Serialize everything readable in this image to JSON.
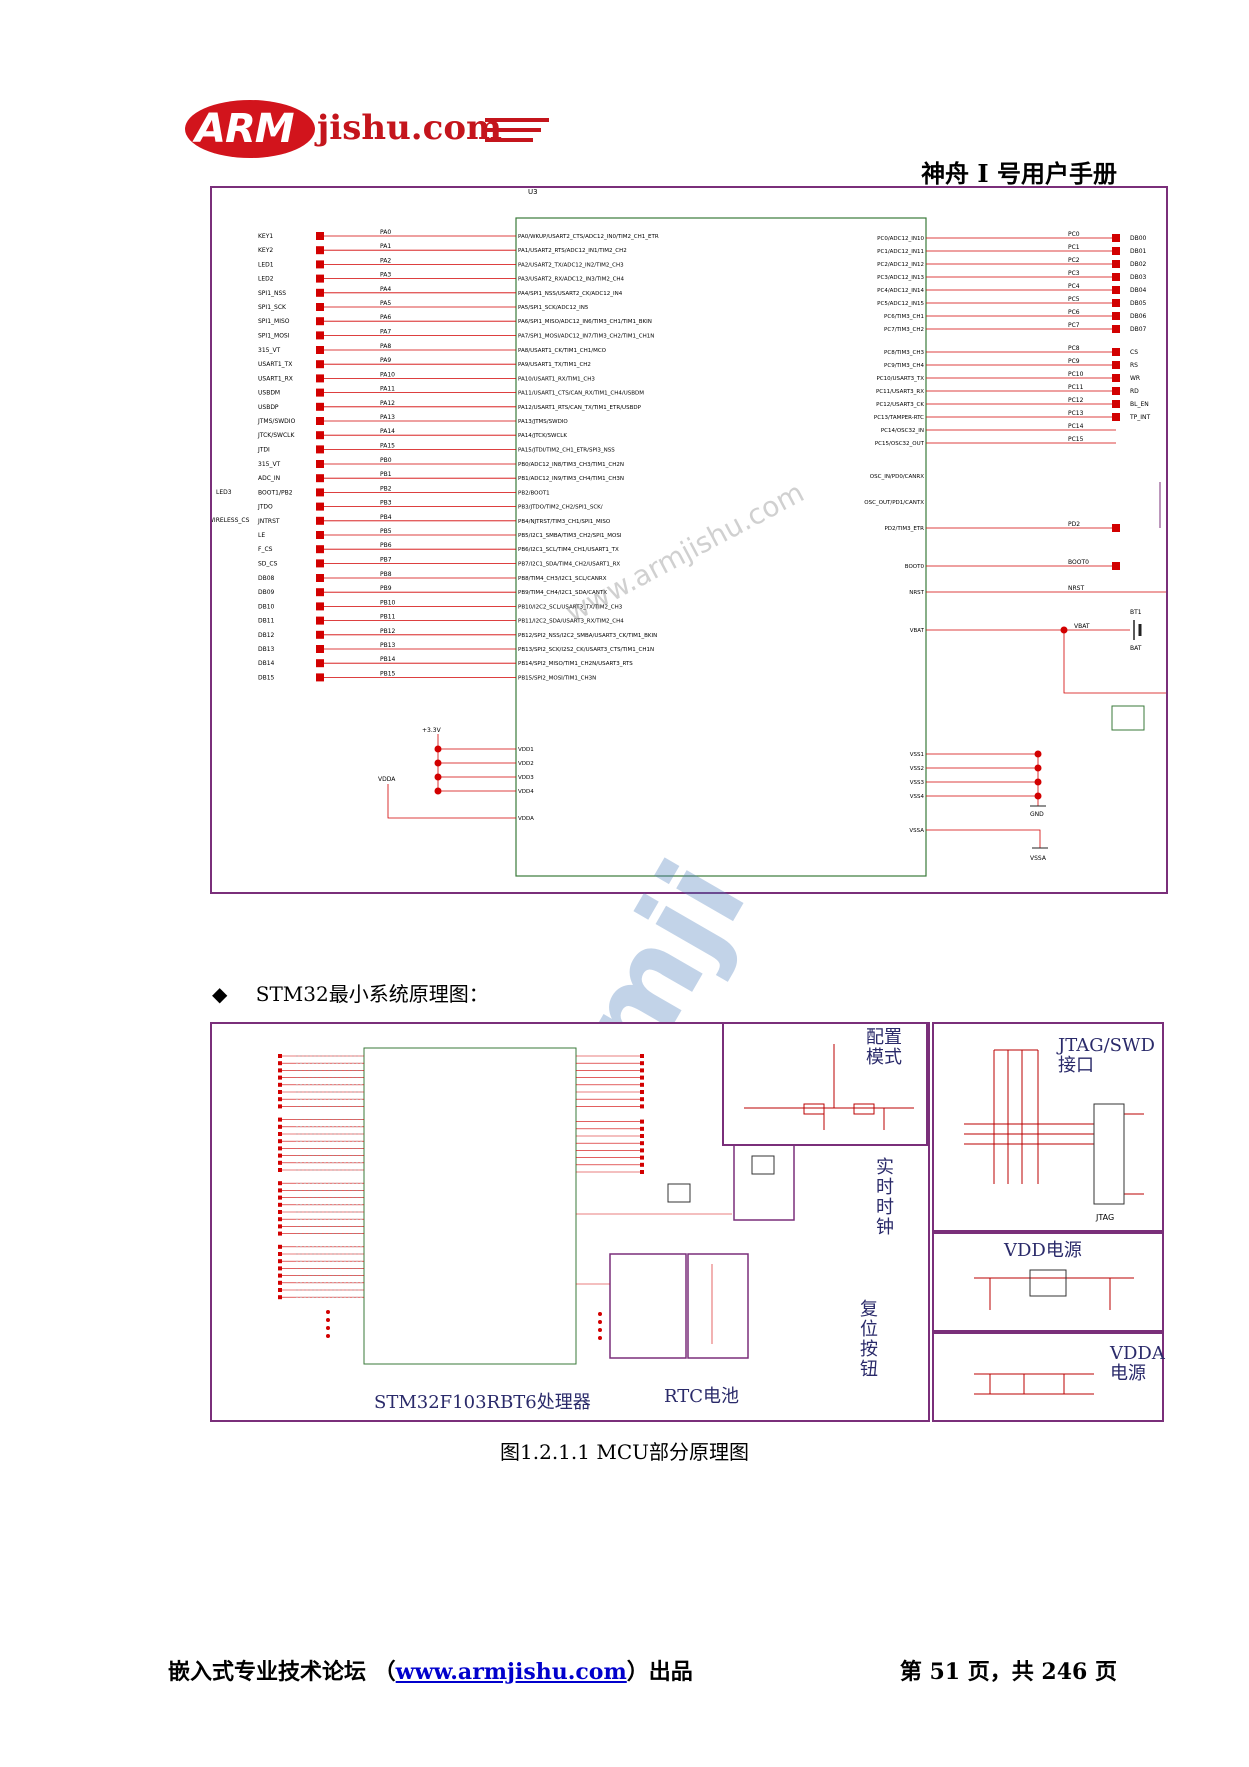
{
  "header": {
    "logo": {
      "brand": "ARM",
      "domain": "jishu.com"
    },
    "manual_title": "神舟 I 号用户手册"
  },
  "schematic_top": {
    "part_ref": "U3",
    "left_nets_a": [
      "KEY1",
      "KEY2",
      "LED1",
      "LED2",
      "SPI1_NSS",
      "SPI1_SCK",
      "SPI1_MISO",
      "SPI1_MOSI"
    ],
    "left_ports_a": [
      "PA0",
      "PA1",
      "PA2",
      "PA3",
      "PA4",
      "PA5",
      "PA6",
      "PA7"
    ],
    "left_pins_a": [
      "PA0/WKUP/USART2_CTS/ADC12_IN0/TIM2_CH1_ETR",
      "PA1/USART2_RTS/ADC12_IN1/TIM2_CH2",
      "PA2/USART2_TX/ADC12_IN2/TIM2_CH3",
      "PA3/USART2_RX/ADC12_IN3/TIM2_CH4",
      "PA4/SPI1_NSS/USART2_CK/ADC12_IN4",
      "PA5/SPI1_SCK/ADC12_IN5",
      "PA6/SPI1_MISO/ADC12_IN6/TIM3_CH1/TIM1_BKIN",
      "PA7/SPI1_MOSI/ADC12_IN7/TIM3_CH2/TIM1_CH1N"
    ],
    "left_nets_b": [
      "315_VT",
      "USART1_TX",
      "USART1_RX",
      "USBDM",
      "USBDP",
      "JTMS/SWDIO",
      "JTCK/SWCLK",
      "JTDI"
    ],
    "left_ports_b": [
      "PA8",
      "PA9",
      "PA10",
      "PA11",
      "PA12",
      "PA13",
      "PA14",
      "PA15"
    ],
    "left_pins_b": [
      "PA8/USART1_CK/TIM1_CH1/MCO",
      "PA9/USART1_TX/TIM1_CH2",
      "PA10/USART1_RX/TIM1_CH3",
      "PA11/USART1_CTS/CAN_RX/TIM1_CH4/USBDM",
      "PA12/USART1_RTS/CAN_TX/TIM1_ETR/USBDP",
      "PA13/JTMS/SWDIO",
      "PA14/JTCK/SWCLK",
      "PA15/JTDI/TIM2_CH1_ETR/SPI3_NSS"
    ],
    "left_nets_c": [
      "315_VT",
      "ADC_IN",
      "BOOT1/PB2",
      "JTDO",
      "JNTRST",
      "LE",
      "F_CS",
      "SD_CS"
    ],
    "left_ports_c": [
      "PB0",
      "PB1",
      "PB2",
      "PB3",
      "PB4",
      "PB5",
      "PB6",
      "PB7"
    ],
    "left_pins_c": [
      "PB0/ADC12_IN8/TIM3_CH3/TIM1_CH2N",
      "PB1/ADC12_IN9/TIM3_CH4/TIM1_CH3N",
      "PB2/BOOT1",
      "PB3/JTDO/TIM2_CH2/SPI1_SCK/",
      "PB4/NJTRST/TIM3_CH1/SPI1_MISO",
      "PB5/I2C1_SMBA/TIM3_CH2/SPI1_MOSI",
      "PB6/I2C1_SCL/TIM4_CH1/USART1_TX",
      "PB7/I2C1_SDA/TIM4_CH2/USART1_RX"
    ],
    "outer_nets": [
      "LED3",
      "WIRELESS_CS"
    ],
    "left_nets_d": [
      "DB08",
      "DB09",
      "DB10",
      "DB11",
      "DB12",
      "DB13",
      "DB14",
      "DB15"
    ],
    "left_ports_d": [
      "PB8",
      "PB9",
      "PB10",
      "PB11",
      "PB12",
      "PB13",
      "PB14",
      "PB15"
    ],
    "left_pins_d": [
      "PB8/TIM4_CH3/I2C1_SCL/CANRX",
      "PB9/TIM4_CH4/I2C1_SDA/CANTX",
      "PB10/I2C2_SCL/USART3_TX/TIM2_CH3",
      "PB11/I2C2_SDA/USART3_RX/TIM2_CH4",
      "PB12/SPI2_NSS/I2C2_SMBA/USART3_CK/TIM1_BKIN",
      "PB13/SPI2_SCK/I2S2_CK/USART3_CTS/TIM1_CH1N",
      "PB14/SPI2_MISO/TIM1_CH2N/USART3_RTS",
      "PB15/SPI2_MOSI/TIM1_CH3N"
    ],
    "power_pins": [
      "VDD1",
      "VDD2",
      "VDD3",
      "VDD4",
      "VDDA"
    ],
    "power_nets": [
      "+3.3V",
      "VDDA"
    ],
    "right_pins_a": [
      "PC0/ADC12_IN10",
      "PC1/ADC12_IN11",
      "PC2/ADC12_IN12",
      "PC3/ADC12_IN13",
      "PC4/ADC12_IN14",
      "PC5/ADC12_IN15",
      "PC6/TIM3_CH1",
      "PC7/TIM3_CH2"
    ],
    "right_ports_a": [
      "PC0",
      "PC1",
      "PC2",
      "PC3",
      "PC4",
      "PC5",
      "PC6",
      "PC7"
    ],
    "right_nets_a": [
      "DB00",
      "DB01",
      "DB02",
      "DB03",
      "DB04",
      "DB05",
      "DB06",
      "DB07"
    ],
    "right_pins_b": [
      "PC8/TIM3_CH3",
      "PC9/TIM3_CH4",
      "PC10/USART3_TX",
      "PC11/USART3_RX",
      "PC12/USART3_CK",
      "PC13/TAMPER-RTC",
      "PC14/OSC32_IN",
      "PC15/OSC32_OUT"
    ],
    "right_ports_b": [
      "PC8",
      "PC9",
      "PC10",
      "PC11",
      "PC12",
      "PC13",
      "PC14",
      "PC15"
    ],
    "right_nets_b": [
      "CS",
      "RS",
      "WR",
      "RD",
      "BL_EN",
      "TP_INT",
      "",
      ""
    ],
    "right_pins_c": [
      "OSC_IN/PD0/CANRX",
      "OSC_OUT/PD1/CANTX",
      "PD2/TIM3_ETR",
      "BOOT0",
      "NRST",
      "VBAT"
    ],
    "right_nets_c": [
      "PD2",
      "BOOT0",
      "NRST",
      "VBAT"
    ],
    "battery": [
      "BT1",
      "BAT"
    ],
    "ground_pins": [
      "VSS1",
      "VSS2",
      "VSS3",
      "VSS4",
      "VSSA"
    ],
    "ground_labels": [
      "GND",
      "VSSA"
    ]
  },
  "bullet": {
    "symbol": "◆",
    "text": "STM32最小系统原理图："
  },
  "schematic_bottom": {
    "blocks": {
      "mcu": "STM32F103RBT6处理器",
      "config": "配置\n模式",
      "jtag": "JTAG/SWD\n接口",
      "jtag_part": "JTAG",
      "rtc_clock": "实\n时\n时\n钟",
      "vdd": "VDD电源",
      "rtc_battery": "RTC电池",
      "reset": "复\n位\n按\n钮",
      "vdda": "VDDA\n电源"
    }
  },
  "caption": "图1.2.1.1    MCU部分原理图",
  "footer": {
    "left_prefix": "嵌入式专业技术论坛  （",
    "link": "www.armjishu.com",
    "left_suffix": "）出品",
    "page": "第 51 页，共 246 页"
  },
  "colors": {
    "frame": "#7a2f7a",
    "wire": "#d20000",
    "outline": "#3a7a3a",
    "link": "#0000cc",
    "logo": "#c4151c"
  }
}
